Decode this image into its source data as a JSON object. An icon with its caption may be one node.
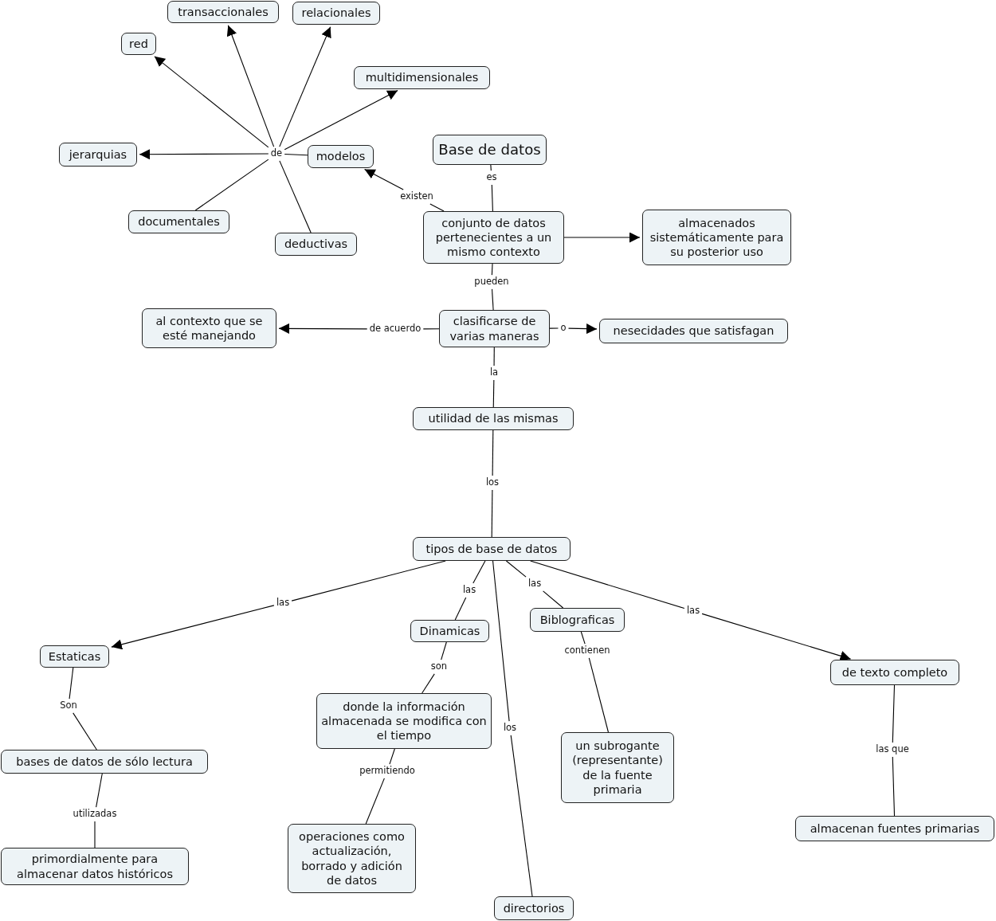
{
  "diagram": {
    "nodes": [
      {
        "text": [
          "transaccionales"
        ]
      },
      {
        "text": [
          "relacionales"
        ]
      },
      {
        "text": [
          "red"
        ]
      },
      {
        "text": [
          "multidimensionales"
        ]
      },
      {
        "text": [
          "jerarquias"
        ]
      },
      {
        "text": [
          "de"
        ]
      },
      {
        "text": [
          "modelos"
        ]
      },
      {
        "text": [
          "Base de datos"
        ]
      },
      {
        "text": [
          "es"
        ]
      },
      {
        "text": [
          "existen"
        ]
      },
      {
        "text": [
          "documentales"
        ]
      },
      {
        "text": [
          "conjunto de datos pertenecientes a un mismo contexto"
        ]
      },
      {
        "text": [
          "almacenados sistemáticamente para su posterior uso"
        ]
      },
      {
        "text": [
          "deductivas"
        ]
      },
      {
        "text": [
          "pueden"
        ]
      },
      {
        "text": [
          "al contexto que se esté manejando"
        ]
      },
      {
        "text": [
          "de acuerdo"
        ]
      },
      {
        "text": [
          "clasificarse de varias maneras"
        ]
      },
      {
        "text": [
          "o"
        ]
      },
      {
        "text": [
          "nesecidades que satisfagan"
        ]
      },
      {
        "text": [
          "la"
        ]
      },
      {
        "text": [
          "utilidad de las mismas"
        ]
      },
      {
        "text": [
          "los"
        ]
      },
      {
        "text": [
          "tipos de base de datos"
        ]
      },
      {
        "text": [
          "las"
        ]
      },
      {
        "text": [
          "las"
        ]
      },
      {
        "text": [
          "las"
        ]
      },
      {
        "text": [
          "las"
        ]
      },
      {
        "text": [
          "Dinamicas"
        ]
      },
      {
        "text": [
          "Biblograficas"
        ]
      },
      {
        "text": [
          "Estaticas"
        ]
      },
      {
        "text": [
          "contienen"
        ]
      },
      {
        "text": [
          "de texto completo"
        ]
      },
      {
        "text": [
          "son"
        ]
      },
      {
        "text": [
          "donde la información almacenada se modifica con el tiempo"
        ]
      },
      {
        "text": [
          "Son"
        ]
      },
      {
        "text": [
          "los"
        ]
      },
      {
        "text": [
          "un subrogante (representante) de la fuente primaria"
        ]
      },
      {
        "text": [
          "las que"
        ]
      },
      {
        "text": [
          "bases de datos de sólo lectura"
        ]
      },
      {
        "text": [
          "permitiendo"
        ]
      },
      {
        "text": [
          "utilizadas"
        ]
      },
      {
        "text": [
          "almacenan fuentes primarias"
        ]
      },
      {
        "text": [
          "operaciones como actualización, borrado y adición de datos"
        ]
      },
      {
        "text": [
          "primordialmente para almacenar datos históricos"
        ]
      },
      {
        "text": [
          "directorios"
        ]
      }
    ],
    "edges": [
      {
        "from": 6,
        "to": 5,
        "arrow": "none"
      },
      {
        "from": 5,
        "to": 2,
        "arrow": "to"
      },
      {
        "from": 5,
        "to": 0,
        "arrow": "to"
      },
      {
        "from": 5,
        "to": 1,
        "arrow": "to"
      },
      {
        "from": 5,
        "to": 3,
        "arrow": "to"
      },
      {
        "from": 5,
        "to": 4,
        "arrow": "to"
      },
      {
        "from": 5,
        "to": 10,
        "arrow": "none"
      },
      {
        "from": 5,
        "to": 13,
        "arrow": "none"
      },
      {
        "from": 7,
        "to": 8,
        "arrow": "none"
      },
      {
        "from": 8,
        "to": 11,
        "arrow": "none"
      },
      {
        "from": 11,
        "to": 9,
        "arrow": "none"
      },
      {
        "from": 9,
        "to": 6,
        "arrow": "to"
      },
      {
        "from": 11,
        "to": 12,
        "arrow": "to"
      },
      {
        "from": 11,
        "to": 14,
        "arrow": "none"
      },
      {
        "from": 14,
        "to": 17,
        "arrow": "none"
      },
      {
        "from": 17,
        "to": 16,
        "arrow": "none"
      },
      {
        "from": 16,
        "to": 15,
        "arrow": "to"
      },
      {
        "from": 17,
        "to": 18,
        "arrow": "none"
      },
      {
        "from": 18,
        "to": 19,
        "arrow": "to"
      },
      {
        "from": 17,
        "to": 20,
        "arrow": "none"
      },
      {
        "from": 20,
        "to": 21,
        "arrow": "none"
      },
      {
        "from": 21,
        "to": 22,
        "arrow": "none"
      },
      {
        "from": 22,
        "to": 23,
        "arrow": "none"
      },
      {
        "from": 23,
        "to": 24,
        "arrow": "none"
      },
      {
        "from": 24,
        "to": 30,
        "arrow": "to"
      },
      {
        "from": 23,
        "to": 25,
        "arrow": "none"
      },
      {
        "from": 25,
        "to": 28,
        "arrow": "none"
      },
      {
        "from": 23,
        "to": 26,
        "arrow": "none"
      },
      {
        "from": 26,
        "to": 29,
        "arrow": "none"
      },
      {
        "from": 23,
        "to": 27,
        "arrow": "none"
      },
      {
        "from": 27,
        "to": 32,
        "arrow": "to"
      },
      {
        "from": 23,
        "to": 36,
        "arrow": "none"
      },
      {
        "from": 36,
        "to": 45,
        "arrow": "none"
      },
      {
        "from": 28,
        "to": 33,
        "arrow": "none"
      },
      {
        "from": 33,
        "to": 34,
        "arrow": "none"
      },
      {
        "from": 34,
        "to": 40,
        "arrow": "none"
      },
      {
        "from": 40,
        "to": 43,
        "arrow": "none"
      },
      {
        "from": 29,
        "to": 31,
        "arrow": "none"
      },
      {
        "from": 31,
        "to": 37,
        "arrow": "none"
      },
      {
        "from": 30,
        "to": 35,
        "arrow": "none"
      },
      {
        "from": 35,
        "to": 39,
        "arrow": "none"
      },
      {
        "from": 39,
        "to": 41,
        "arrow": "none"
      },
      {
        "from": 41,
        "to": 44,
        "arrow": "none"
      },
      {
        "from": 32,
        "to": 38,
        "arrow": "none"
      },
      {
        "from": 38,
        "to": 42,
        "arrow": "none"
      }
    ]
  }
}
